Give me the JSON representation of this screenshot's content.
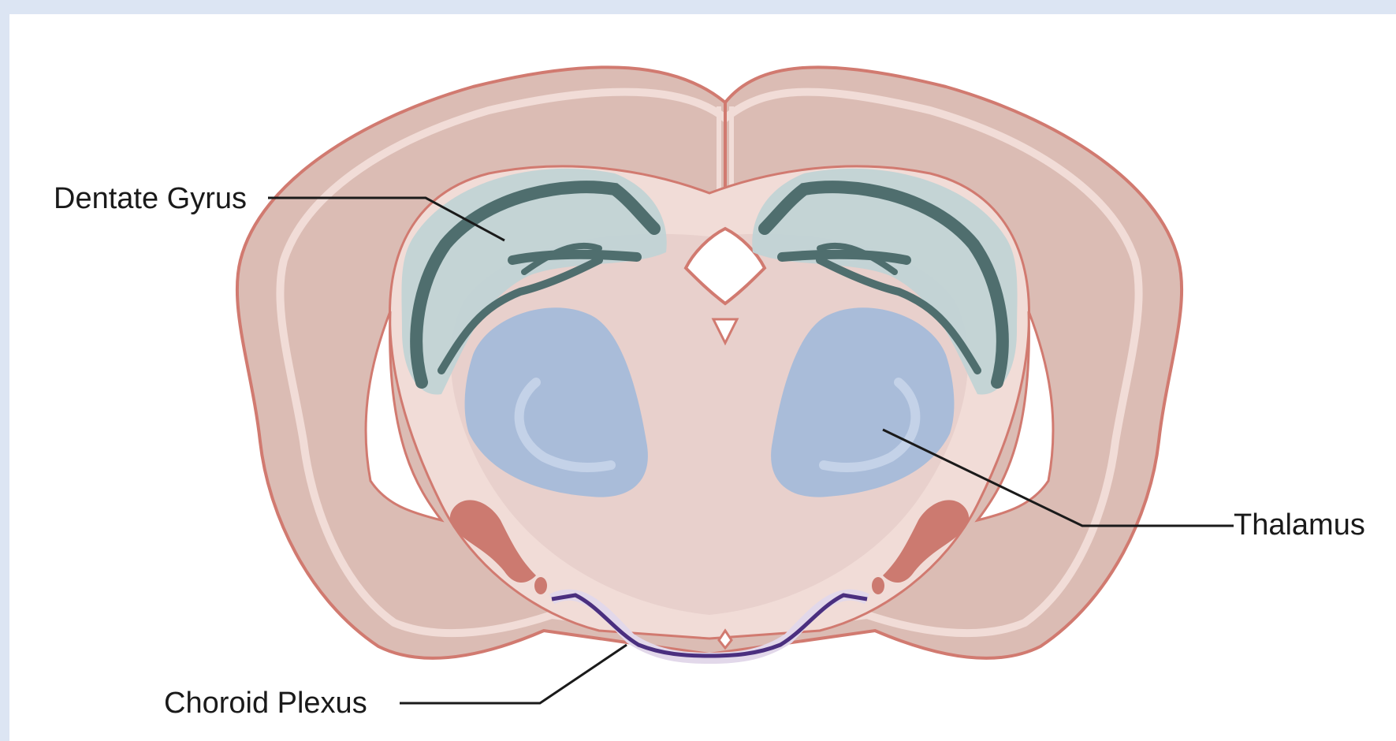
{
  "labels": {
    "dentate_gyrus": "Dentate Gyrus",
    "thalamus": "Thalamus",
    "choroid_plexus": "Choroid Plexus"
  },
  "colors": {
    "page_border": "#dce5f3",
    "background": "#ffffff",
    "cortex_fill": "#dbbcb4",
    "outline": "#d17a70",
    "tissue_light": "#f1dcd7",
    "brain_interior": "#e8d0cc",
    "hippocampus_fill": "#c1d3d5",
    "dentate_gyrus": "#4f6e6e",
    "thalamus": "#a9bcd9",
    "choroid_plexus": "#4a2f7f",
    "red_structure": "#cc7a70",
    "leader_line": "#1a1a1a"
  }
}
